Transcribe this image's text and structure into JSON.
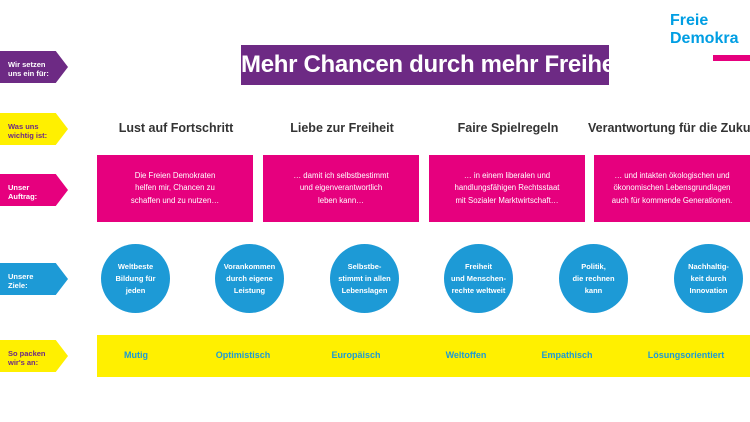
{
  "logo": {
    "line1": "Freie",
    "line2": "Demokra",
    "bar_color": "#e6007e"
  },
  "title": "Mehr Chancen durch mehr Freiheit",
  "rows": {
    "wir_setzen": [
      "Wir setzen",
      "uns ein für:"
    ],
    "was_uns": [
      "Was uns",
      "wichtig ist:"
    ],
    "auftrag": [
      "Unser",
      "Auftrag:"
    ],
    "ziele": [
      "Unsere",
      "Ziele:"
    ],
    "packen": [
      "So packen",
      "wir's an:"
    ]
  },
  "headings": [
    "Lust auf Fortschritt",
    "Liebe zur Freiheit",
    "Faire Spielregeln",
    "Verantwortung für die Zukunft"
  ],
  "auftrag_boxes": [
    [
      "Die Freien Demokraten",
      "helfen mir, Chancen zu",
      "schaffen und zu nutzen…"
    ],
    [
      "… damit ich selbstbestimmt",
      "und eigenverantwortlich",
      "leben kann…"
    ],
    [
      "… in einem liberalen und",
      "handlungsfähigen Rechtsstaat",
      "mit Sozialer Marktwirtschaft…"
    ],
    [
      "… und intakten ökologischen und",
      "ökonomischen Lebensgrundlagen",
      "auch für kommende Generationen."
    ]
  ],
  "ziele": [
    [
      "Weltbeste",
      "Bildung für",
      "jeden"
    ],
    [
      "Vorankommen",
      "durch eigene",
      "Leistung"
    ],
    [
      "Selbstbe-",
      "stimmt in allen",
      "Lebenslagen"
    ],
    [
      "Freiheit",
      "und Menschen-",
      "rechte weltweit"
    ],
    [
      "Politik,",
      "die rechnen",
      "kann"
    ],
    [
      "Nachhaltig-",
      "keit durch",
      "Innovation"
    ]
  ],
  "attributes": [
    "Mutig",
    "Optimistisch",
    "Europäisch",
    "Weltoffen",
    "Empathisch",
    "Lösungsorientiert"
  ],
  "colors": {
    "purple": "#6d2a84",
    "magenta": "#e6007e",
    "yellow": "#fff000",
    "blue": "#1d9ad6"
  }
}
